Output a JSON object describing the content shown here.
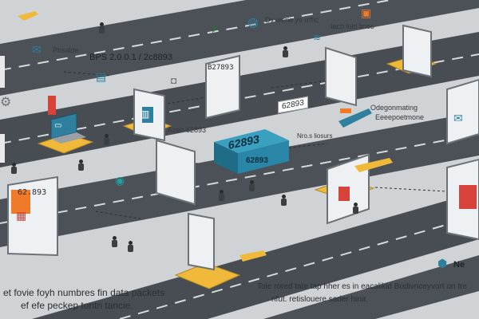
{
  "labels": {
    "top_left_small": "Pbsalde",
    "top_center": "BPS 2.0.0.1 / 2c8893",
    "top_right_1": "Dv werie ye rrffic",
    "top_right_2": "Iach inld lines",
    "center_box": "62893",
    "center_box_front": "62893",
    "center_sign": "62893",
    "panel_code": "B27893",
    "mid_left": "Azeh 62893",
    "mid_right": "Nro.s liosurs",
    "right_text_1": "Odegonmating",
    "right_text_2": "Eeeepoetmone",
    "left_panel_num": "62.893",
    "bottom_left_1": "et fovie foyh numbres fin data packets",
    "bottom_left_2": "ef efe peckep tontn tancie.",
    "bottom_right_1": "Tole rored tate tap hher es in eacalikid Bodivnceyvort on tre",
    "bottom_right_2": "nfut. retislouere sader hinir.",
    "bottom_right_icon_text": "Ne"
  },
  "icons": [
    "airplane-icon",
    "mail-icon",
    "laptop-icon",
    "server-icon",
    "globe-icon",
    "lock-icon",
    "gear-icon",
    "shopping-cart-icon",
    "map-pin-icon",
    "chart-icon",
    "email-icon",
    "document-icon",
    "camera-icon",
    "wifi-icon"
  ],
  "colors": {
    "road": "#4b5157",
    "road_dark": "#3c4146",
    "sidewalk": "#cfd3d6",
    "platform": "#f0b93a",
    "accent_teal": "#2f7f9e",
    "accent_red": "#d7423b",
    "accent_orange": "#ee7a2a"
  }
}
